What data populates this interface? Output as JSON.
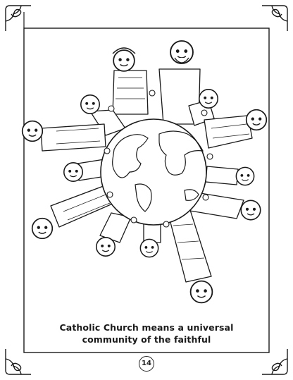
{
  "page": {
    "caption_line1": "Catholic Church means a universal",
    "caption_line2": "community of the faithful",
    "page_number": "14"
  },
  "illustration": {
    "subject": "people-holding-hands-around-globe",
    "icons": [
      "globe-icon",
      "corner-flourish-icon"
    ]
  },
  "colors": {
    "ink": "#1a1a1a",
    "paper": "#ffffff"
  }
}
